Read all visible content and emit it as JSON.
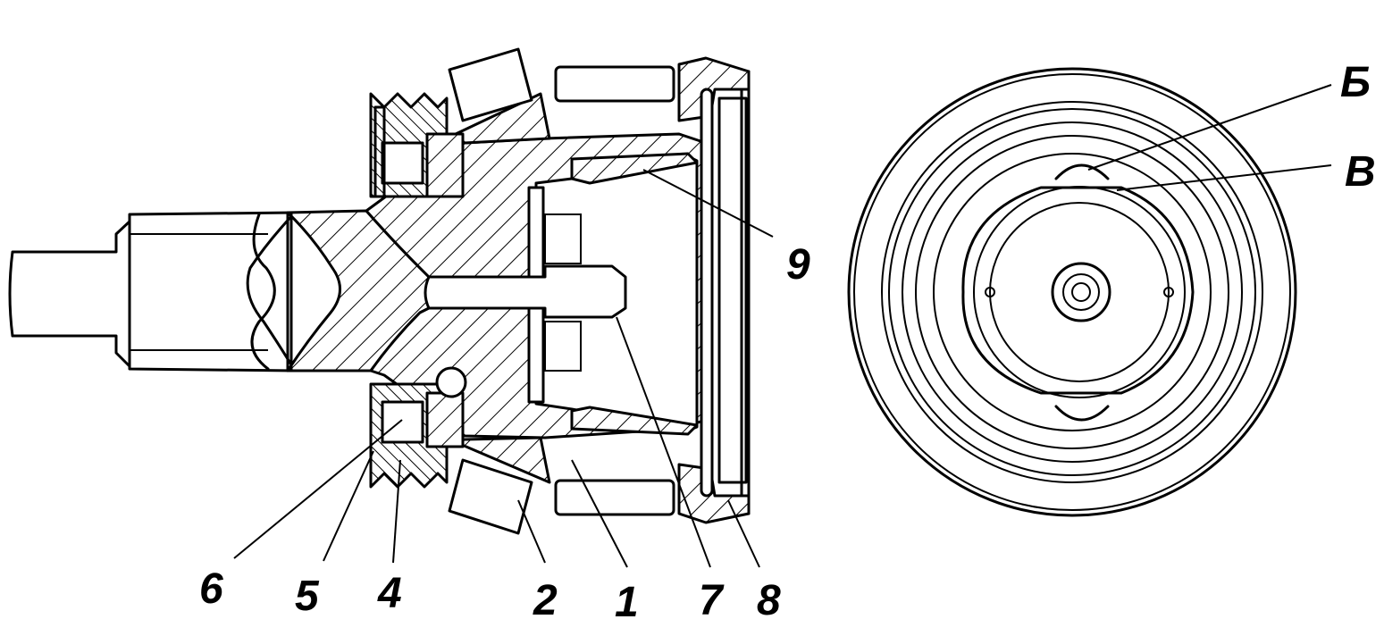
{
  "labels": {
    "l1": "1",
    "l2": "2",
    "l4": "4",
    "l5": "5",
    "l6": "6",
    "l7": "7",
    "l8": "8",
    "l9": "9",
    "lB": "Б",
    "lV": "В"
  },
  "colors": {
    "ink": "#000000",
    "paper": "#ffffff"
  }
}
